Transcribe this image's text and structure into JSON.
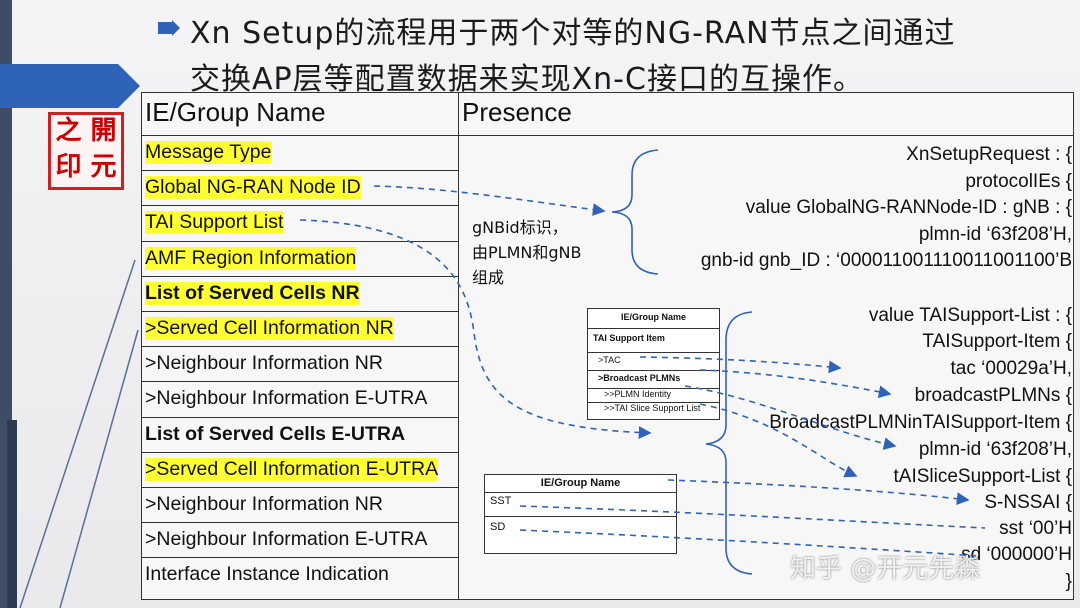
{
  "slide": {
    "title_line1": "Xn Setup的流程用于两个对等的NG-RAN节点之间通过",
    "title_line2": "交换AP层等配置数据来实现Xn-C接口的互操作。"
  },
  "logo": {
    "chars": [
      "之",
      "開",
      "印",
      "元"
    ]
  },
  "table": {
    "col1_header": "IE/Group Name",
    "col2_header": "Presence",
    "rows": [
      {
        "label": "Message Type"
      },
      {
        "label": "Global NG-RAN Node ID"
      },
      {
        "label": "TAI Support List"
      },
      {
        "label": "AMF Region Information"
      },
      {
        "label": "List of Served Cells NR"
      },
      {
        "label": ">Served Cell Information NR"
      },
      {
        "label": ">Neighbour Information NR"
      },
      {
        "label": ">Neighbour Information E-UTRA"
      },
      {
        "label": "List of Served Cells E-UTRA"
      },
      {
        "label": ">Served Cell Information E-UTRA"
      },
      {
        "label": ">Neighbour Information NR"
      },
      {
        "label": ">Neighbour Information E-UTRA"
      },
      {
        "label": "Interface  Instance Indication"
      }
    ],
    "highlight_color": "#ffff33"
  },
  "code": {
    "lines": [
      "XnSetupRequest : {",
      "protocolIEs {",
      "value GlobalNG-RANNode-ID : gNB : {",
      "plmn-id ‘63f208’H,",
      "gnb-id gnb_ID : ‘000011001110011001100’B",
      "value TAISupport-List : {",
      "TAISupport-Item {",
      "tac ‘00029a’H,",
      "broadcastPLMNs {",
      "BroadcastPLMNinTAISupport-Item {",
      "plmn-id ‘63f208’H,",
      "tAISliceSupport-List {",
      "S-NSSAI {",
      "sst ‘00’H",
      "sd ‘000000’H",
      "}"
    ]
  },
  "annotation": {
    "lines": [
      "gNBid标识，",
      "由PLMN和gNB",
      "组成"
    ]
  },
  "mini_table1": {
    "header": "IE/Group Name",
    "rows": [
      "TAI Support Item",
      ">TAC",
      ">Broadcast PLMNs",
      ">>PLMN Identity",
      ">>TAI Slice Support List"
    ]
  },
  "mini_table2": {
    "header": "IE/Group Name",
    "rows": [
      "SST",
      "SD"
    ]
  },
  "watermark": "知乎 @开元先森",
  "colors": {
    "accent_blue": "#2f63b8",
    "dark_band": "#3e4d66",
    "seal_red": "#cc2222"
  }
}
